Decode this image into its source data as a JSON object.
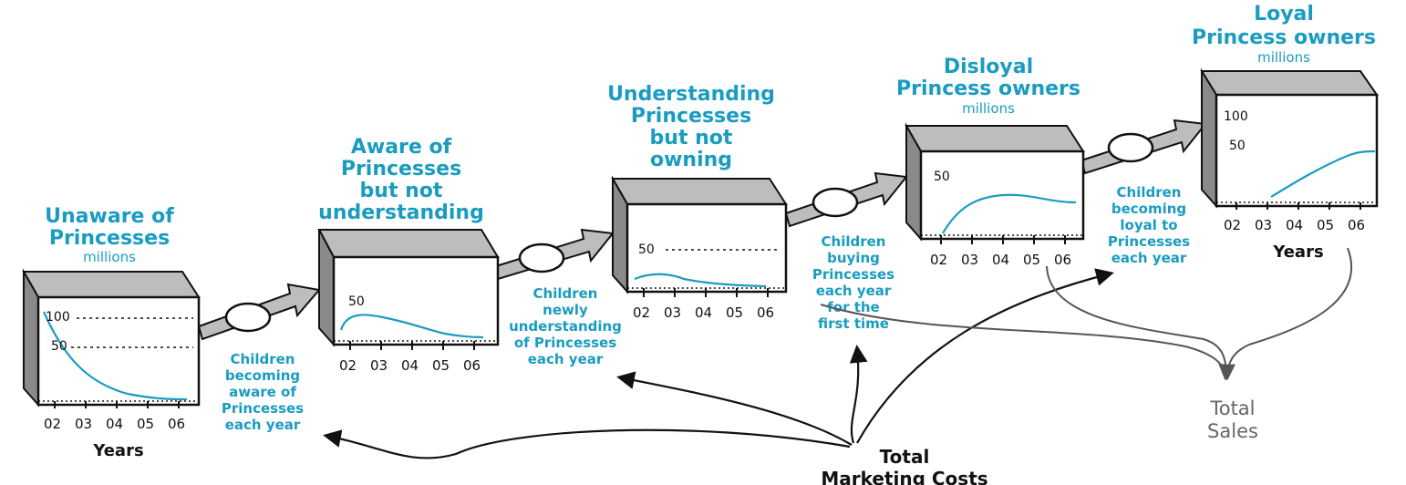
{
  "stocks": [
    {
      "id": "unaware",
      "title_lines": [
        "Unaware of",
        "Princesses"
      ],
      "unit": "millions",
      "y_labels": [
        "100",
        "50"
      ],
      "x_ticks": [
        "02",
        "03",
        "04",
        "05",
        "06"
      ],
      "x_label": "Years",
      "trend": "declining from 100 to near 0"
    },
    {
      "id": "aware",
      "title_lines": [
        "Aware of",
        "Princesses",
        "but not",
        "understanding"
      ],
      "unit": "",
      "y_labels": [
        "50"
      ],
      "x_ticks": [
        "02",
        "03",
        "04",
        "05",
        "06"
      ],
      "x_label": "",
      "trend": "rise then slow decline"
    },
    {
      "id": "understanding",
      "title_lines": [
        "Understanding",
        "Princesses",
        "but not",
        "owning"
      ],
      "unit": "",
      "y_labels": [
        "50"
      ],
      "x_ticks": [
        "02",
        "03",
        "04",
        "05",
        "06"
      ],
      "x_label": "",
      "trend": "low, slight hump"
    },
    {
      "id": "disloyal",
      "title_lines": [
        "Disloyal",
        "Princess owners"
      ],
      "unit": "millions",
      "y_labels": [
        "50"
      ],
      "x_ticks": [
        "02",
        "03",
        "04",
        "05",
        "06"
      ],
      "x_label": "",
      "trend": "rise then plateau"
    },
    {
      "id": "loyal",
      "title_lines": [
        "Loyal",
        "Princess owners"
      ],
      "unit": "millions",
      "y_labels": [
        "100",
        "50"
      ],
      "x_ticks": [
        "02",
        "03",
        "04",
        "05",
        "06"
      ],
      "x_label": "Years",
      "trend": "rising from 03"
    }
  ],
  "flows": [
    {
      "id": "becoming-aware",
      "label_lines": [
        "Children",
        "becoming",
        "aware of",
        "Princesses",
        "each year"
      ]
    },
    {
      "id": "newly-understanding",
      "label_lines": [
        "Children",
        "newly",
        "understanding",
        "of Princesses",
        "each year"
      ]
    },
    {
      "id": "buying-first-time",
      "label_lines": [
        "Children",
        "buying",
        "Princesses",
        "each year",
        "for the",
        "first time"
      ]
    },
    {
      "id": "becoming-loyal",
      "label_lines": [
        "Children",
        "becoming",
        "loyal to",
        "Princesses",
        "each year"
      ]
    }
  ],
  "total_marketing_costs": [
    "Total",
    "Marketing Costs"
  ],
  "total_sales": [
    "Total",
    "Sales"
  ],
  "colors": {
    "teal": "#1a9cc0",
    "gray_arrow": "#bdbdbd",
    "box_gray": "#9e9e9e",
    "sales": "#666666"
  }
}
